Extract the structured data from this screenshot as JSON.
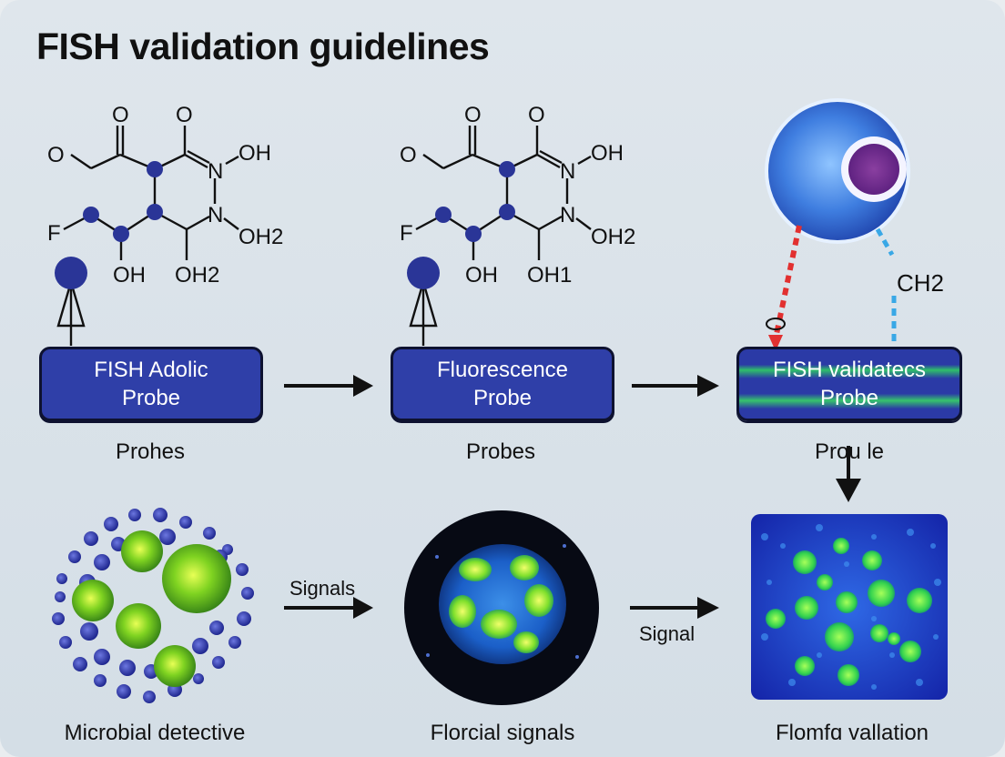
{
  "title": "FISH validation guidelines",
  "molecule_1": {
    "labels": [
      "O",
      "O",
      "O",
      "N",
      "OH",
      "F",
      "N",
      "OH2",
      "OH",
      "OH2"
    ]
  },
  "molecule_2": {
    "labels": [
      "O",
      "O",
      "O",
      "N",
      "OH",
      "F",
      "N",
      "OH2",
      "OH",
      "OH1"
    ]
  },
  "probes": [
    {
      "line1": "FISH Adolic",
      "line2": "Probe",
      "caption": "Prohes"
    },
    {
      "line1": "Fluorescence",
      "line2": "Probe",
      "caption": "Probes"
    },
    {
      "line1": "FISH validatecs",
      "line2": "Probe",
      "caption": "Prou le"
    }
  ],
  "cell_label": "CH2",
  "bottom": {
    "captions": [
      "Microbial detective",
      "Florcial signals",
      "Flomfɑ vallation"
    ],
    "arrow_labels": [
      "Signals",
      "Signal"
    ]
  },
  "colors": {
    "probe_box": "#2f3fa8",
    "accent_green": "#3fbf3a",
    "arrow_red": "#e23030",
    "arrow_blue": "#39a8e6"
  }
}
